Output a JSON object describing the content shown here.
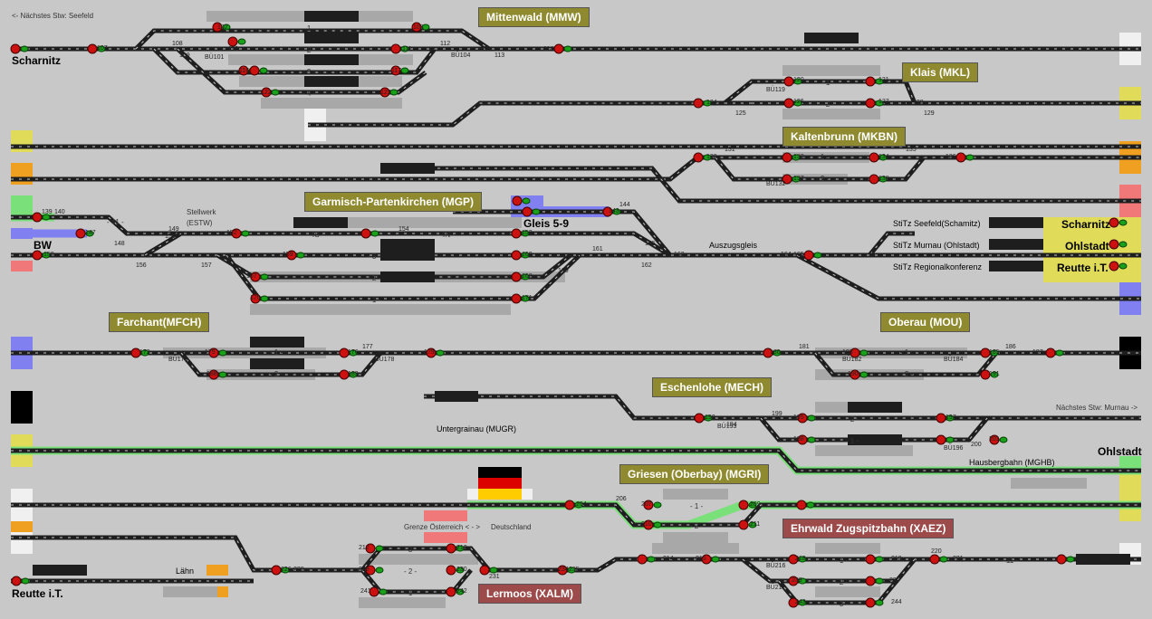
{
  "stations": {
    "mittenwald": "Mittenwald (MMW)",
    "klais": "Klais (MKL)",
    "kaltenbrunn": "Kaltenbrunn (MKBN)",
    "garmisch": "Garmisch-Partenkirchen (MGP)",
    "farchant": "Farchant(MFCH)",
    "oberau": "Oberau (MOU)",
    "eschenlohe": "Eschenlohe (MECH)",
    "griesen": "Griesen (Oberbay) (MGRI)",
    "ehrwald": "Ehrwald Zugspitzbahn (XAEZ)",
    "lermoos": "Lermoos (XALM)"
  },
  "edge_labels": {
    "scharnitz": "Scharnitz",
    "reutte_left": "Reutte i.T.",
    "ohlstadt_right": "Ohlstadt",
    "bw": "BW",
    "gleis59": "Gleis 5-9",
    "panel_scharnitz": "Scharnitz",
    "panel_ohlstadt": "Ohlstadt",
    "panel_reutte": "Reutte i.T."
  },
  "nav": {
    "prev": "<- Nächstes Stw: Seefeld",
    "next": "Nächstes Stw: Murnau ->"
  },
  "misc": {
    "stellwerk": "Stellwerk",
    "estw": "(ESTW)",
    "auszugsgleis": "Auszugsgleis",
    "untergrainau": "Untergrainau (MUGR)",
    "grenze": "Grenze Österreich < - >",
    "deutschland": "Deutschland",
    "hausbergbahn": "Hausbergbahn (MGHB)",
    "laehn": "Lähn"
  },
  "stitz": {
    "seefeld": "StiTz Seefeld(Schamitz)",
    "murnau": "StiTz Murnau (Ohlstadt)",
    "regional": "StiTz Regionalkonferenz"
  },
  "track_labels": [
    {
      "t": "- 1 -"
    },
    {
      "t": "- 2 -"
    },
    {
      "t": "- 3 -"
    },
    {
      "t": "- 4 -"
    },
    {
      "t": "- 1 -"
    },
    {
      "t": "- 2 -"
    },
    {
      "t": "- 1 -"
    },
    {
      "t": "- 2 -"
    },
    {
      "t": "- 41 -"
    },
    {
      "t": "- 4S -"
    },
    {
      "t": "- 4N -"
    },
    {
      "t": "- 3 -"
    },
    {
      "t": "- 2 -"
    },
    {
      "t": "- 1 -"
    },
    {
      "t": "- 1 -"
    },
    {
      "t": "- 2 -"
    },
    {
      "t": "- 1 -"
    },
    {
      "t": "- 2 -"
    },
    {
      "t": "- 2 -"
    },
    {
      "t": "- 1 -"
    },
    {
      "t": "- 1 -"
    },
    {
      "t": "- 2 -"
    },
    {
      "t": "- 3 -"
    },
    {
      "t": "- 2 -"
    },
    {
      "t": "- 1 -"
    },
    {
      "t": "- 1 -"
    },
    {
      "t": "- 2 -"
    },
    {
      "t": "- 3 -"
    },
    {
      "t": "- 11 -"
    }
  ],
  "signal_numbers": [
    {
      "n": "107"
    },
    {
      "n": "102"
    },
    {
      "n": "103"
    },
    {
      "n": "110"
    },
    {
      "n": "111"
    },
    {
      "n": "116"
    },
    {
      "n": "117"
    },
    {
      "n": "122"
    },
    {
      "n": "123"
    },
    {
      "n": "112"
    },
    {
      "n": "113"
    },
    {
      "n": "114"
    },
    {
      "n": "108"
    },
    {
      "n": "109"
    },
    {
      "n": "120"
    },
    {
      "n": "121"
    },
    {
      "n": "126"
    },
    {
      "n": "127"
    },
    {
      "n": "124"
    },
    {
      "n": "125"
    },
    {
      "n": "128"
    },
    {
      "n": "129"
    },
    {
      "n": "133"
    },
    {
      "n": "134"
    },
    {
      "n": "137"
    },
    {
      "n": "138"
    },
    {
      "n": "130"
    },
    {
      "n": "131"
    },
    {
      "n": "135"
    },
    {
      "n": "136"
    },
    {
      "n": "139"
    },
    {
      "n": "140"
    },
    {
      "n": "147"
    },
    {
      "n": "148"
    },
    {
      "n": "149"
    },
    {
      "n": "152"
    },
    {
      "n": "153"
    },
    {
      "n": "143"
    },
    {
      "n": "144"
    },
    {
      "n": "158"
    },
    {
      "n": "156"
    },
    {
      "n": "157"
    },
    {
      "n": "159"
    },
    {
      "n": "160"
    },
    {
      "n": "167"
    },
    {
      "n": "168"
    },
    {
      "n": "170"
    },
    {
      "n": "171"
    },
    {
      "n": "161"
    },
    {
      "n": "162"
    },
    {
      "n": "163"
    },
    {
      "n": "164"
    },
    {
      "n": "165"
    },
    {
      "n": "169"
    },
    {
      "n": "154"
    },
    {
      "n": "155"
    },
    {
      "n": "150"
    },
    {
      "n": "172"
    },
    {
      "n": "175"
    },
    {
      "n": "176"
    },
    {
      "n": "177"
    },
    {
      "n": "188"
    },
    {
      "n": "189"
    },
    {
      "n": "179"
    },
    {
      "n": "180"
    },
    {
      "n": "181"
    },
    {
      "n": "183"
    },
    {
      "n": "185"
    },
    {
      "n": "186"
    },
    {
      "n": "187"
    },
    {
      "n": "190"
    },
    {
      "n": "191"
    },
    {
      "n": "192"
    },
    {
      "n": "194"
    },
    {
      "n": "195"
    },
    {
      "n": "197"
    },
    {
      "n": "198"
    },
    {
      "n": "199"
    },
    {
      "n": "200"
    },
    {
      "n": "201"
    },
    {
      "n": "204"
    },
    {
      "n": "206"
    },
    {
      "n": "207"
    },
    {
      "n": "209"
    },
    {
      "n": "210"
    },
    {
      "n": "211"
    },
    {
      "n": "226"
    },
    {
      "n": "228"
    },
    {
      "n": "212"
    },
    {
      "n": "213"
    },
    {
      "n": "229"
    },
    {
      "n": "230"
    },
    {
      "n": "241"
    },
    {
      "n": "242"
    },
    {
      "n": "231"
    },
    {
      "n": "234"
    },
    {
      "n": "235"
    },
    {
      "n": "214"
    },
    {
      "n": "215"
    },
    {
      "n": "218"
    },
    {
      "n": "219"
    },
    {
      "n": "236"
    },
    {
      "n": "239"
    },
    {
      "n": "243"
    },
    {
      "n": "244"
    },
    {
      "n": "220"
    },
    {
      "n": "221"
    },
    {
      "n": "223"
    },
    {
      "n": "224"
    }
  ],
  "block_numbers": [
    {
      "n": "BÜ101"
    },
    {
      "n": "BÜ104"
    },
    {
      "n": "BÜ119"
    },
    {
      "n": "BÜ132"
    },
    {
      "n": "BÜ173"
    },
    {
      "n": "BÜ178"
    },
    {
      "n": "BÜ182"
    },
    {
      "n": "BÜ184"
    },
    {
      "n": "BÜ193"
    },
    {
      "n": "BÜ196"
    },
    {
      "n": "BÜ216"
    },
    {
      "n": "BÜ217"
    }
  ],
  "colors": {
    "background": "#c8c8c8",
    "track": "#1e1e1e",
    "sleeper": "#c8c8c8",
    "signal_red": "#cc1111",
    "signal_green": "#1aa01a",
    "route_green": "#7ae07a",
    "route_blue": "#8080f0",
    "route_white": "#f0f0f0",
    "panel_yellow": "#e0dc5a",
    "panel_orange": "#f0a020",
    "panel_pink": "#f07878",
    "station_olive": "#8f8a2f",
    "station_red": "#9c4a4a"
  },
  "flag_icon": "germany-flag-icon"
}
